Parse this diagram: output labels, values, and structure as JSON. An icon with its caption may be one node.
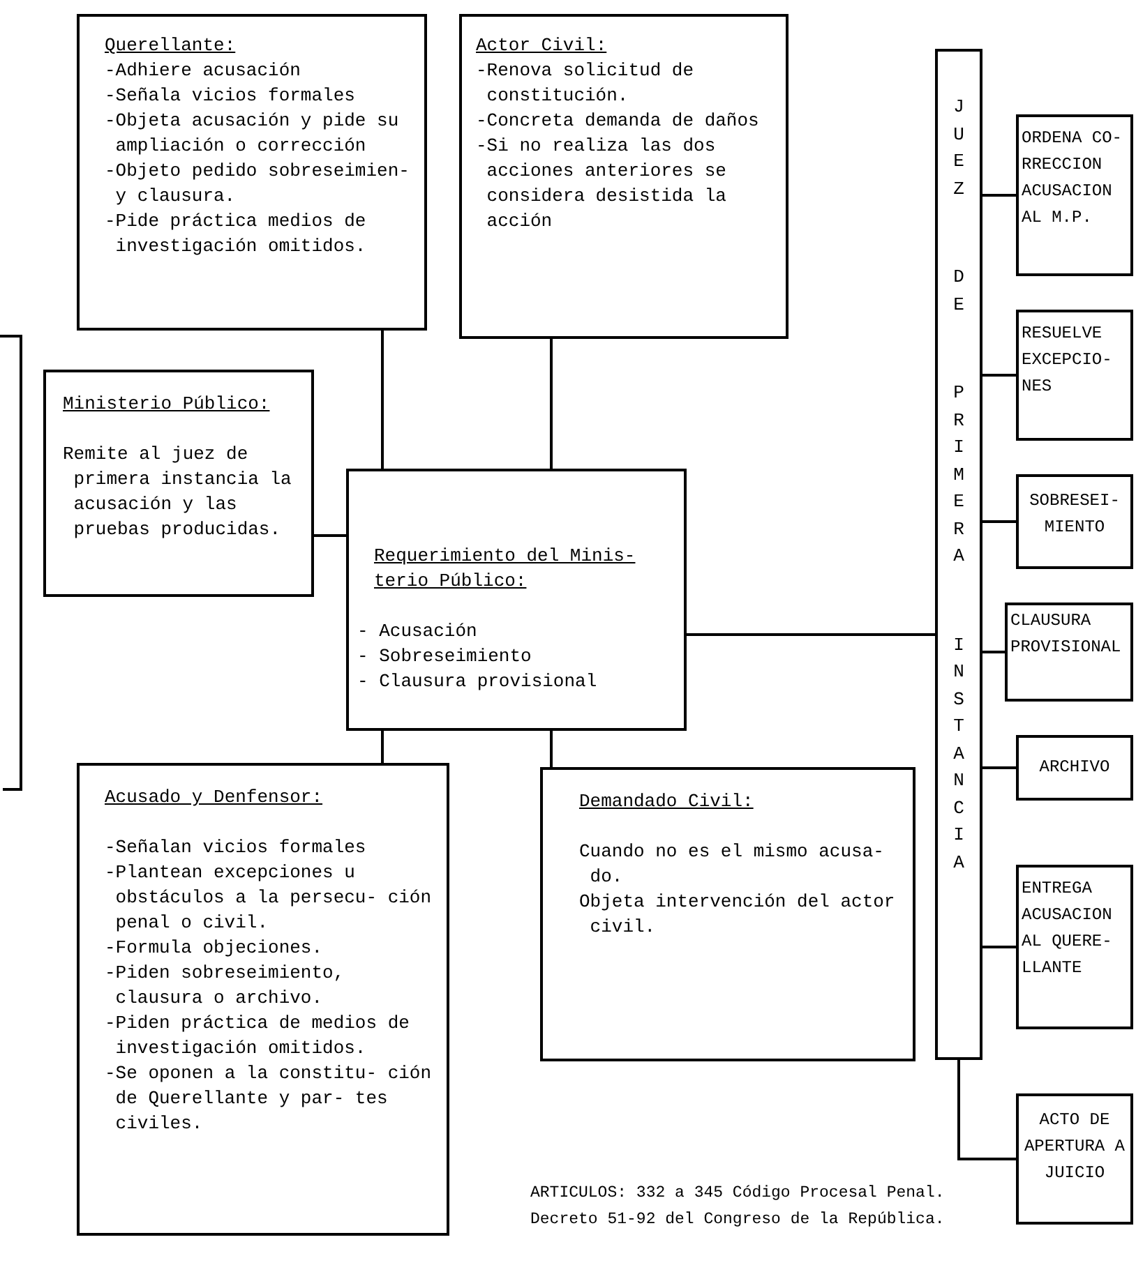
{
  "diagram": {
    "nodes": [
      {
        "text": [
          "Querellante:",
          "-Adhiere acusación",
          "-Señala vicios formales",
          "-Objeta acusación y pide su ampliación o corrección",
          "-Objeto pedido sobreseimien- y clausura.",
          "-Pide práctica medios de investigación omitidos."
        ]
      },
      {
        "text": [
          "Actor Civil:",
          "-Renova solicitud de constitución.",
          "-Concreta demanda de daños",
          "-Si no realiza las dos acciones anteriores se considera desistida la acción"
        ]
      },
      {
        "text": [
          "Ministerio Público:",
          "Remite al juez de primera instancia la acusación y las pruebas producidas."
        ]
      },
      {
        "text": [
          "Requerimiento del Minis- terio Público:",
          "- Acusación",
          "- Sobreseimiento",
          "- Clausura provisional"
        ]
      },
      {
        "text": [
          "Acusado y Denfensor:",
          "-Señalan vicios formales",
          "-Plantean excepciones u obstáculos a la persecu- ción penal o civil.",
          "-Formula objeciones.",
          "-Piden sobreseimiento, clausura o archivo.",
          "-Piden práctica de medios de investigación omitidos.",
          "-Se oponen a la constitu- ción de Querellante y par- tes civiles."
        ]
      },
      {
        "text": [
          "Demandado Civil:",
          "Cuando no es el mismo acusa- do.",
          "Objeta intervención del actor civil."
        ]
      },
      {
        "text": [
          "JUEZ",
          "DE",
          "PRIMERA",
          "INSTANCIA"
        ]
      },
      {
        "text": [
          "ORDENA CO- RRECCION ACUSACION AL M.P."
        ]
      },
      {
        "text": [
          "RESUELVE EXCEPCIO- NES"
        ]
      },
      {
        "text": [
          "SOBRESEI- MIENTO"
        ]
      },
      {
        "text": [
          "CLAUSURA PROVISIONAL"
        ]
      },
      {
        "text": [
          "ARCHIVO"
        ]
      },
      {
        "text": [
          "ENTREGA ACUSACION AL QUERE- LLANTE"
        ]
      },
      {
        "text": [
          "ACTO DE APERTURA A JUICIO"
        ]
      }
    ],
    "edges": [
      {
        "from": 0,
        "to": 3,
        "arrow": "none"
      },
      {
        "from": 1,
        "to": 3,
        "arrow": "none"
      },
      {
        "from": 2,
        "to": 3,
        "arrow": "none"
      },
      {
        "from": 3,
        "to": 4,
        "arrow": "none"
      },
      {
        "from": 3,
        "to": 5,
        "arrow": "none"
      },
      {
        "from": 3,
        "to": 6,
        "arrow": "none"
      },
      {
        "from": 6,
        "to": 7,
        "arrow": "none"
      },
      {
        "from": 6,
        "to": 8,
        "arrow": "none"
      },
      {
        "from": 6,
        "to": 9,
        "arrow": "none"
      },
      {
        "from": 6,
        "to": 10,
        "arrow": "none"
      },
      {
        "from": 6,
        "to": 11,
        "arrow": "none"
      },
      {
        "from": 6,
        "to": 12,
        "arrow": "none"
      },
      {
        "from": 6,
        "to": 13,
        "arrow": "none"
      }
    ],
    "labels": [
      "ARTICULOS: 332 a 345 Código Procesal Penal. Decreto 51-92 del Congreso de la República."
    ]
  }
}
